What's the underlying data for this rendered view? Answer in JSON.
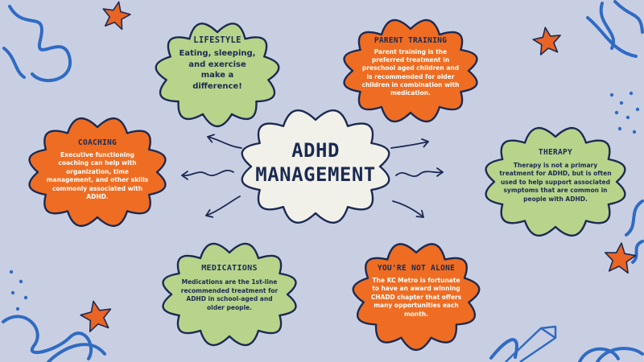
{
  "colors": {
    "background": "#c9cfe3",
    "green": "#b7d48a",
    "orange": "#ee6d22",
    "center_fill": "#f1f1ea",
    "outline": "#1c2a52",
    "doodle_blue": "#2f6bc4",
    "star_orange": "#ea6423",
    "arrow": "#1c2a52"
  },
  "center": {
    "title_line1": "ADHD",
    "title_line2": "MANAGEMENT"
  },
  "nodes": {
    "lifestyle": {
      "title": "LIFESTYLE",
      "body": "Eating, sleeping, and exercise make a difference!"
    },
    "parent_training": {
      "title": "PARENT TRAINING",
      "body": "Parent training is the preferred treatment in preschool aged children and is recommended for older children in combination with medication."
    },
    "coaching": {
      "title": "COACHING",
      "body": "Executive functioning coaching can help with organization, time management, and other skills commonly associated with ADHD."
    },
    "therapy": {
      "title": "THERAPY",
      "body": "Therapy is not a primary treatment for ADHD, but is often used to help support associated symptoms that are common in people with ADHD."
    },
    "medications": {
      "title": "MEDICATIONS",
      "body": "Medications are the 1st-line recommended treatment for ADHD in school-aged and older people."
    },
    "not_alone": {
      "title": "YOU'RE NOT ALONE",
      "body": "The KC Metro is fortunate to have an award winning CHADD chapter that offers many opportunities each month."
    }
  }
}
